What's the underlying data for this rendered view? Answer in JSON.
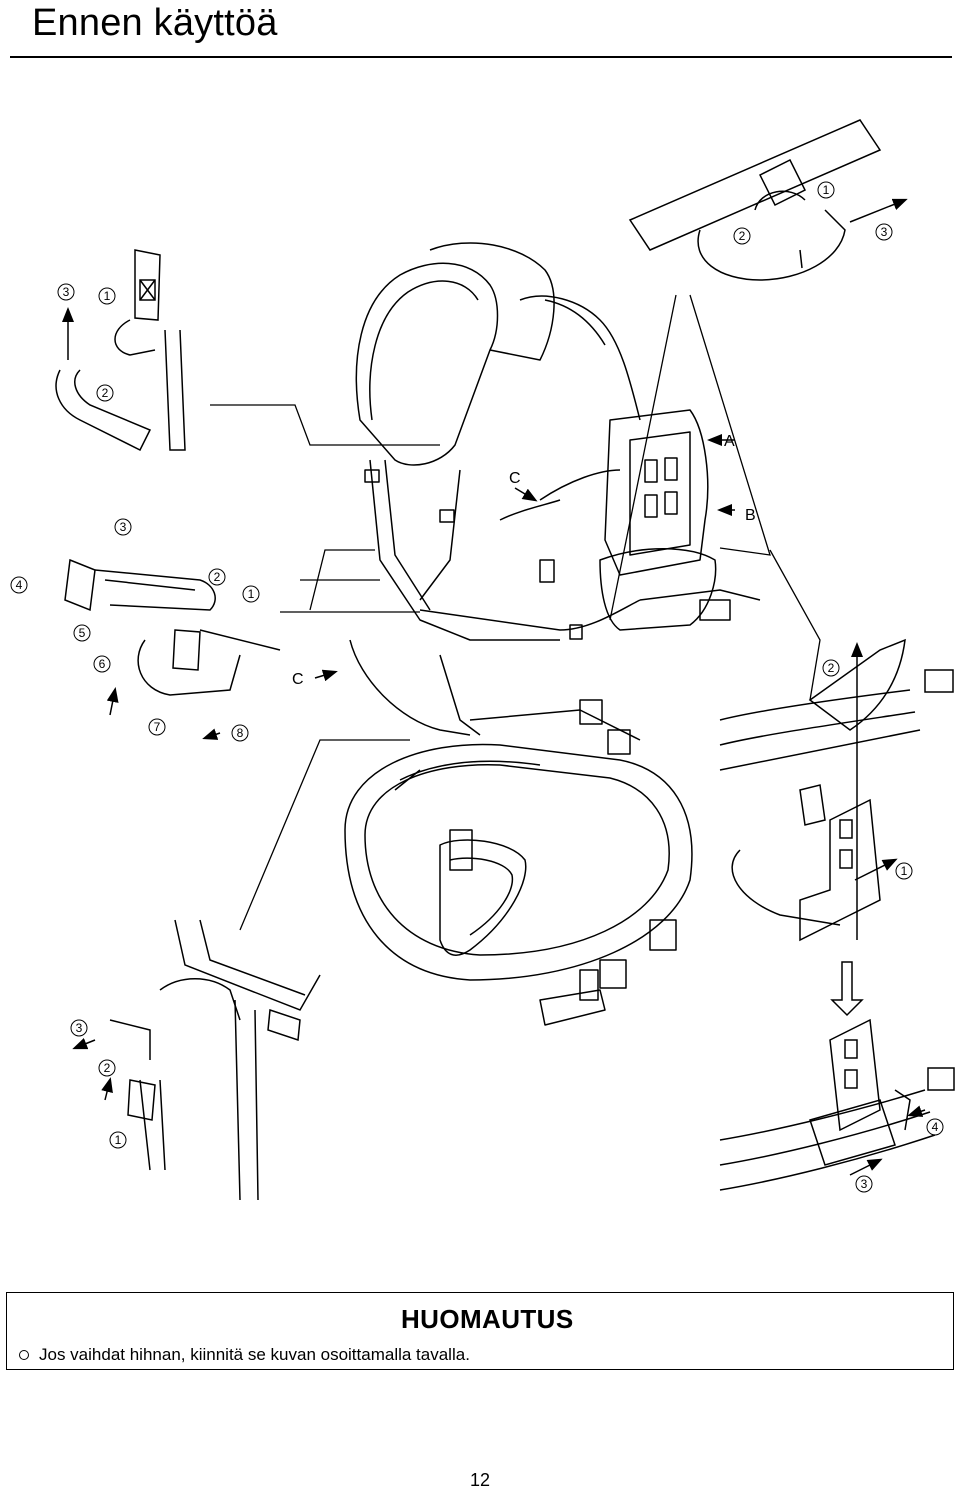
{
  "page": {
    "title": "Ennen käyttöä",
    "page_number": "12"
  },
  "figure": {
    "labels": {
      "A": "A",
      "B": "B",
      "C": "C",
      "n1": "1",
      "n2": "2",
      "n3": "3",
      "n4": "4",
      "n5": "5",
      "n6": "6",
      "n7": "7",
      "n8": "8"
    }
  },
  "note": {
    "heading": "HUOMAUTUS",
    "items": [
      "Jos vaihdat hihnan, kiinnitä se kuvan osoittamalla tavalla."
    ]
  }
}
